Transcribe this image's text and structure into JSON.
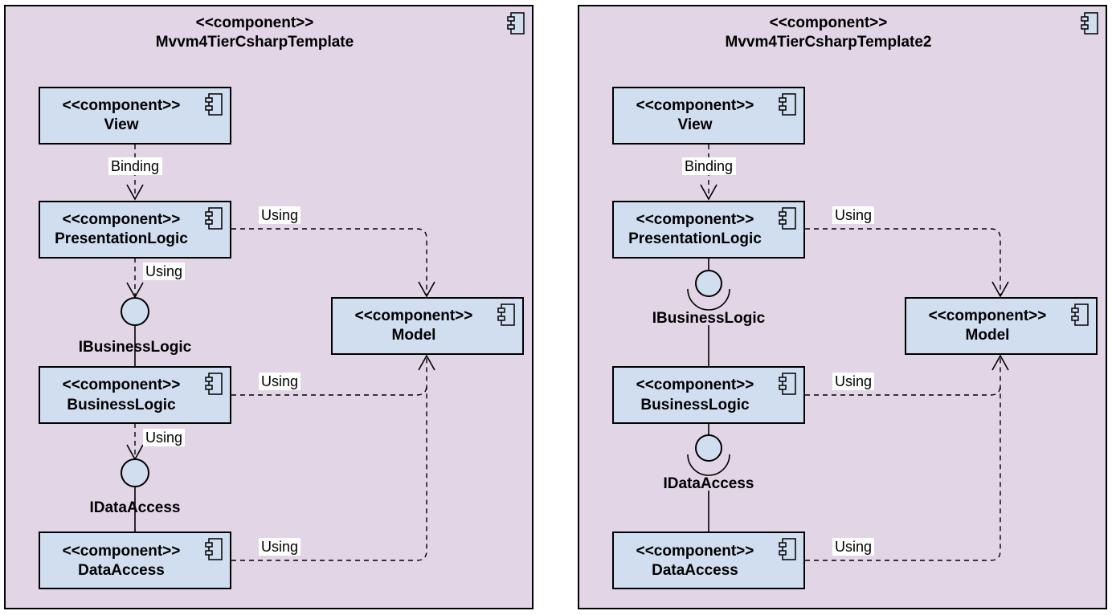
{
  "stereotype": "<<component>>",
  "left": {
    "title": "Mvvm4TierCsharpTemplate",
    "components": {
      "view": "View",
      "presentation": "PresentationLogic",
      "business": "BusinessLogic",
      "data": "DataAccess",
      "model": "Model"
    },
    "interfaces": {
      "business": "IBusinessLogic",
      "data": "IDataAccess"
    },
    "labels": {
      "binding": "Binding",
      "using_pl_bl": "Using",
      "using_pl_model": "Using",
      "using_bl_da": "Using",
      "using_bl_model": "Using",
      "using_da_model": "Using"
    }
  },
  "right": {
    "title": "Mvvm4TierCsharpTemplate2",
    "components": {
      "view": "View",
      "presentation": "PresentationLogic",
      "business": "BusinessLogic",
      "data": "DataAccess",
      "model": "Model"
    },
    "interfaces": {
      "business": "IBusinessLogic",
      "data": "IDataAccess"
    },
    "labels": {
      "binding": "Binding",
      "using_pl_model": "Using",
      "using_bl_model": "Using",
      "using_da_model": "Using"
    }
  }
}
